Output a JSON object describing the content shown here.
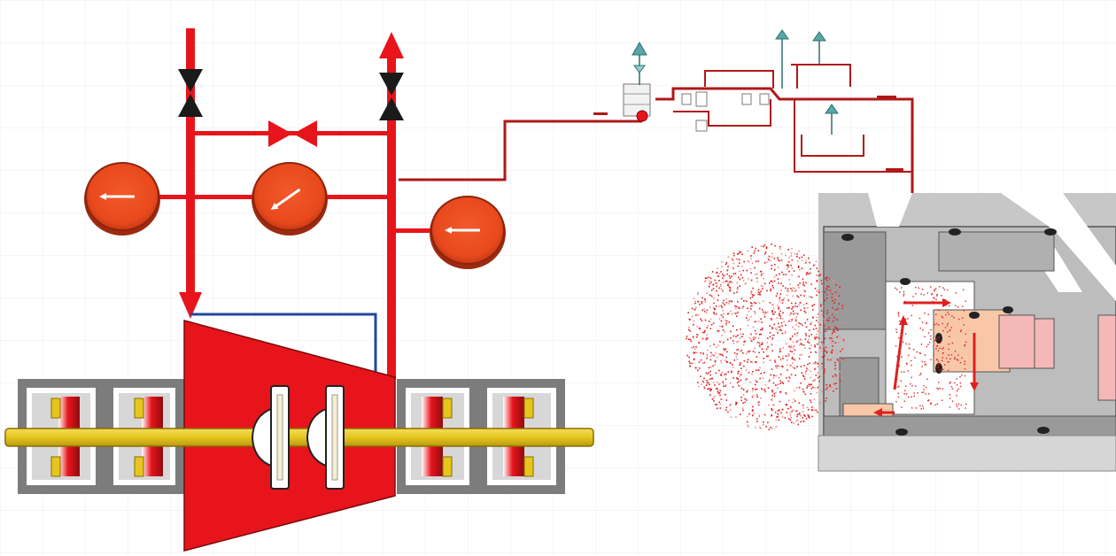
{
  "colors": {
    "process_red": "#e8141c",
    "gauge_orange": "#e8491d",
    "gauge_rim": "#9c2a10",
    "gauge_glow": "#f0903a",
    "pipe_dark_red": "#b01818",
    "bypass_blue": "#1f4a9c",
    "shaft_yellow": "#e6c51f",
    "bearing_gray": "#7c7c7c",
    "housing_gray": "#bdbdbd",
    "housing_dark": "#9a9a9a",
    "seal_peach": "#f7c7a8",
    "seal_pink": "#f5b8b8",
    "leak_red": "#e02020",
    "grid_line": "#ececec",
    "valve_black": "#1a1a1a"
  },
  "icons": {
    "valve": "gate-valve-icon",
    "gauge": "pressure-gauge-icon",
    "arrow": "flow-arrow-icon",
    "regulator": "pressure-regulator-icon"
  },
  "gauges": [
    {
      "id": "gauge-1",
      "needle_deg": 180
    },
    {
      "id": "gauge-2",
      "needle_deg": 145
    },
    {
      "id": "gauge-3",
      "needle_deg": 180
    }
  ]
}
